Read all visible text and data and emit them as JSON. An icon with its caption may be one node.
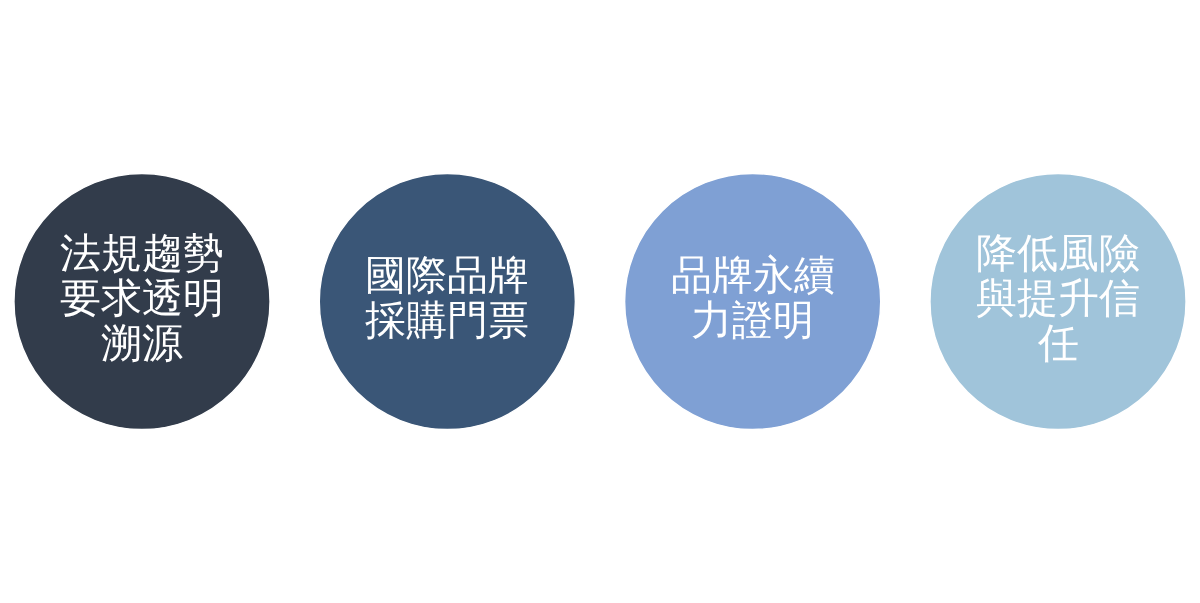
{
  "diagram": {
    "nodes": [
      {
        "text": [
          "法規趨勢要求透明溯源"
        ]
      },
      {
        "text": [
          "國際品牌採購門票"
        ]
      },
      {
        "text": [
          "品牌永續力證明"
        ]
      },
      {
        "text": [
          "降低風險與提升信任"
        ]
      }
    ]
  }
}
